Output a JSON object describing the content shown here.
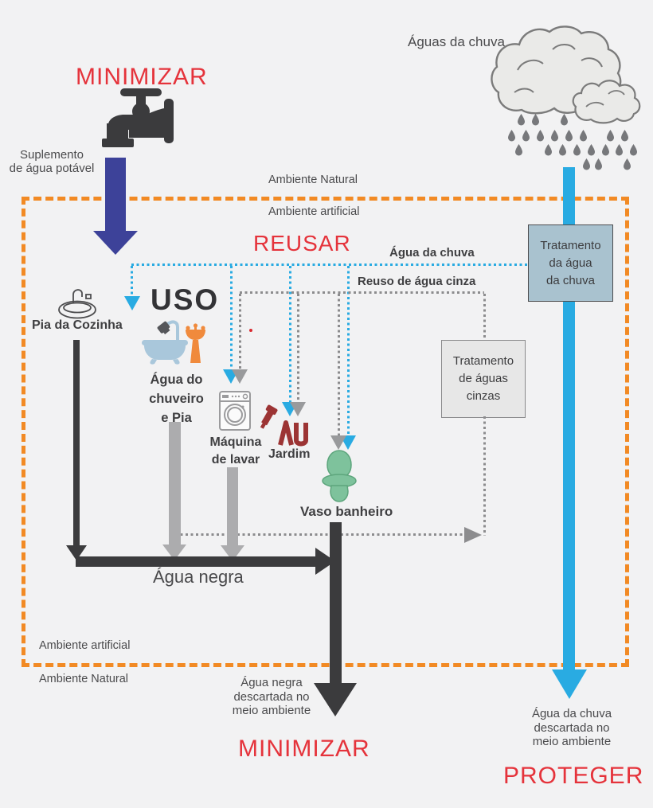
{
  "headings": {
    "minimizar_top": "MINIMIZAR",
    "reusar": "REUSAR",
    "uso": "USO",
    "minimizar_bottom": "MINIMIZAR",
    "proteger": "PROTEGER"
  },
  "environment": {
    "natural_top": "Ambiente Natural",
    "artificial_top": "Ambiente artificial",
    "artificial_bottom": "Ambiente artificial",
    "natural_bottom": "Ambiente Natural"
  },
  "sources": {
    "potable_supply": "Suplemento\nde água potável",
    "rainwater": "Águas da chuva"
  },
  "flows": {
    "rain_line": "Água da chuva",
    "grey_line": "Reuso de água cinza",
    "blackwater": "Água negra",
    "blackwater_discharge": "Água negra\ndescartada no\nmeio ambiente",
    "rain_discharge": "Água da chuva\ndescartada no\nmeio ambiente"
  },
  "treatment": {
    "rain_box": "Tratamento\nda água\nda chuva",
    "grey_box": "Tratamento\nde águas\ncinzas"
  },
  "uses": {
    "kitchen_sink": "Pia da Cozinha",
    "shower_sink": "Água do\nchuveiro\ne Pia",
    "washer": "Máquina\nde lavar",
    "garden": "Jardim",
    "toilet": "Vaso banheiro"
  },
  "icons": {
    "faucet": "faucet-icon",
    "rain_cloud": "rain-cloud-icon",
    "kitchen_sink": "kitchen-sink-icon",
    "bathtub_shower": "bathtub-shower-icon",
    "pedestal_sink": "pedestal-sink-icon",
    "washing_machine": "washing-machine-icon",
    "garden_hose": "garden-hose-icon",
    "toilet": "toilet-icon"
  },
  "colors": {
    "background": "#F2F2F3",
    "heading_red": "#E5333B",
    "boundary_orange": "#F28A24",
    "potable_blue": "#3D4299",
    "rain_cyan": "#29ABE2",
    "greywater_gray": "#ACACAE",
    "blackwater_dark": "#3B3B3D",
    "dotted_gray": "#8C8C8E",
    "rain_box_fill": "#A9C2CF",
    "grey_box_fill": "#E7E7E7",
    "toilet_green": "#7EC29C",
    "tub_blue": "#A9C7DB",
    "sink_orange": "#F08A3C",
    "hose_red": "#9C3434"
  }
}
